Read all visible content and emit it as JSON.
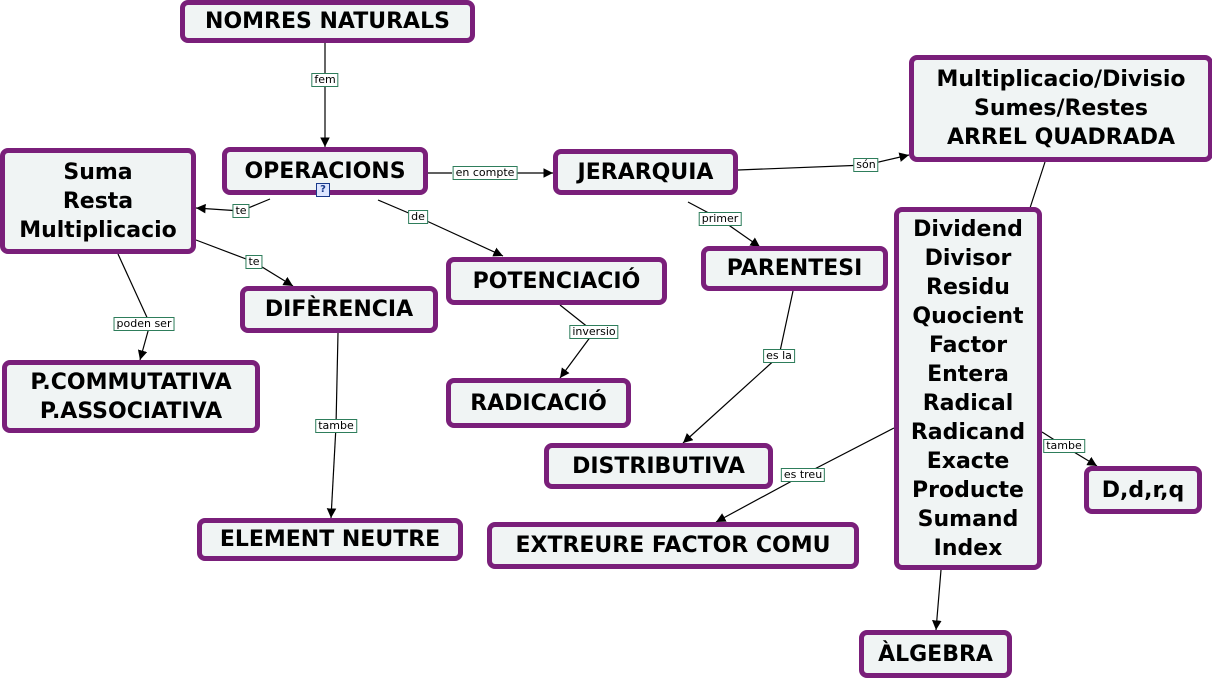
{
  "nodes": {
    "nombres_naturals": [
      "NOMRES NATURALS"
    ],
    "operacions": [
      "OPERACIONS"
    ],
    "jerarquia": [
      "JERARQUIA"
    ],
    "ops_list": [
      "Multiplicacio/Divisio",
      "Sumes/Restes",
      "ARREL QUADRADA"
    ],
    "suma_resta": [
      "Suma",
      "Resta",
      "Multiplicacio"
    ],
    "diferencia": [
      "DIFÈRENCIA"
    ],
    "potenciacio": [
      "POTENCIACIÓ"
    ],
    "parentesi": [
      "PARENTESI"
    ],
    "terms": [
      "Dividend",
      "Divisor",
      "Residu",
      "Quocient",
      "Factor",
      "Entera",
      "Radical",
      "Radicand",
      "Exacte",
      "Producte",
      "Sumand",
      "Index"
    ],
    "propietats": [
      "P.COMMUTATIVA",
      "P.ASSOCIATIVA"
    ],
    "radicacio": [
      "RADICACIÓ"
    ],
    "distributiva": [
      "DISTRIBUTIVA"
    ],
    "element_neutre": [
      "ELEMENT NEUTRE"
    ],
    "extreure": [
      "EXTREURE FACTOR COMU"
    ],
    "algebra": [
      "ÀLGEBRA"
    ],
    "ddrq": [
      "D,d,r,q"
    ]
  },
  "edge_labels": {
    "fem": "fem",
    "en_compte": "en compte",
    "son": "són",
    "te1": "te",
    "te2": "te",
    "de": "de",
    "primer": "primer",
    "poden_ser": "poden ser",
    "inversio": "inversio",
    "es_la": "es la",
    "tambe1": "tambe",
    "es_treu": "es treu",
    "tambe2": "tambe"
  },
  "help_icon": "?",
  "colors": {
    "node_border": "#7a1f7a",
    "node_fill": "#f0f4f4",
    "label_border": "#2e7d5b"
  }
}
